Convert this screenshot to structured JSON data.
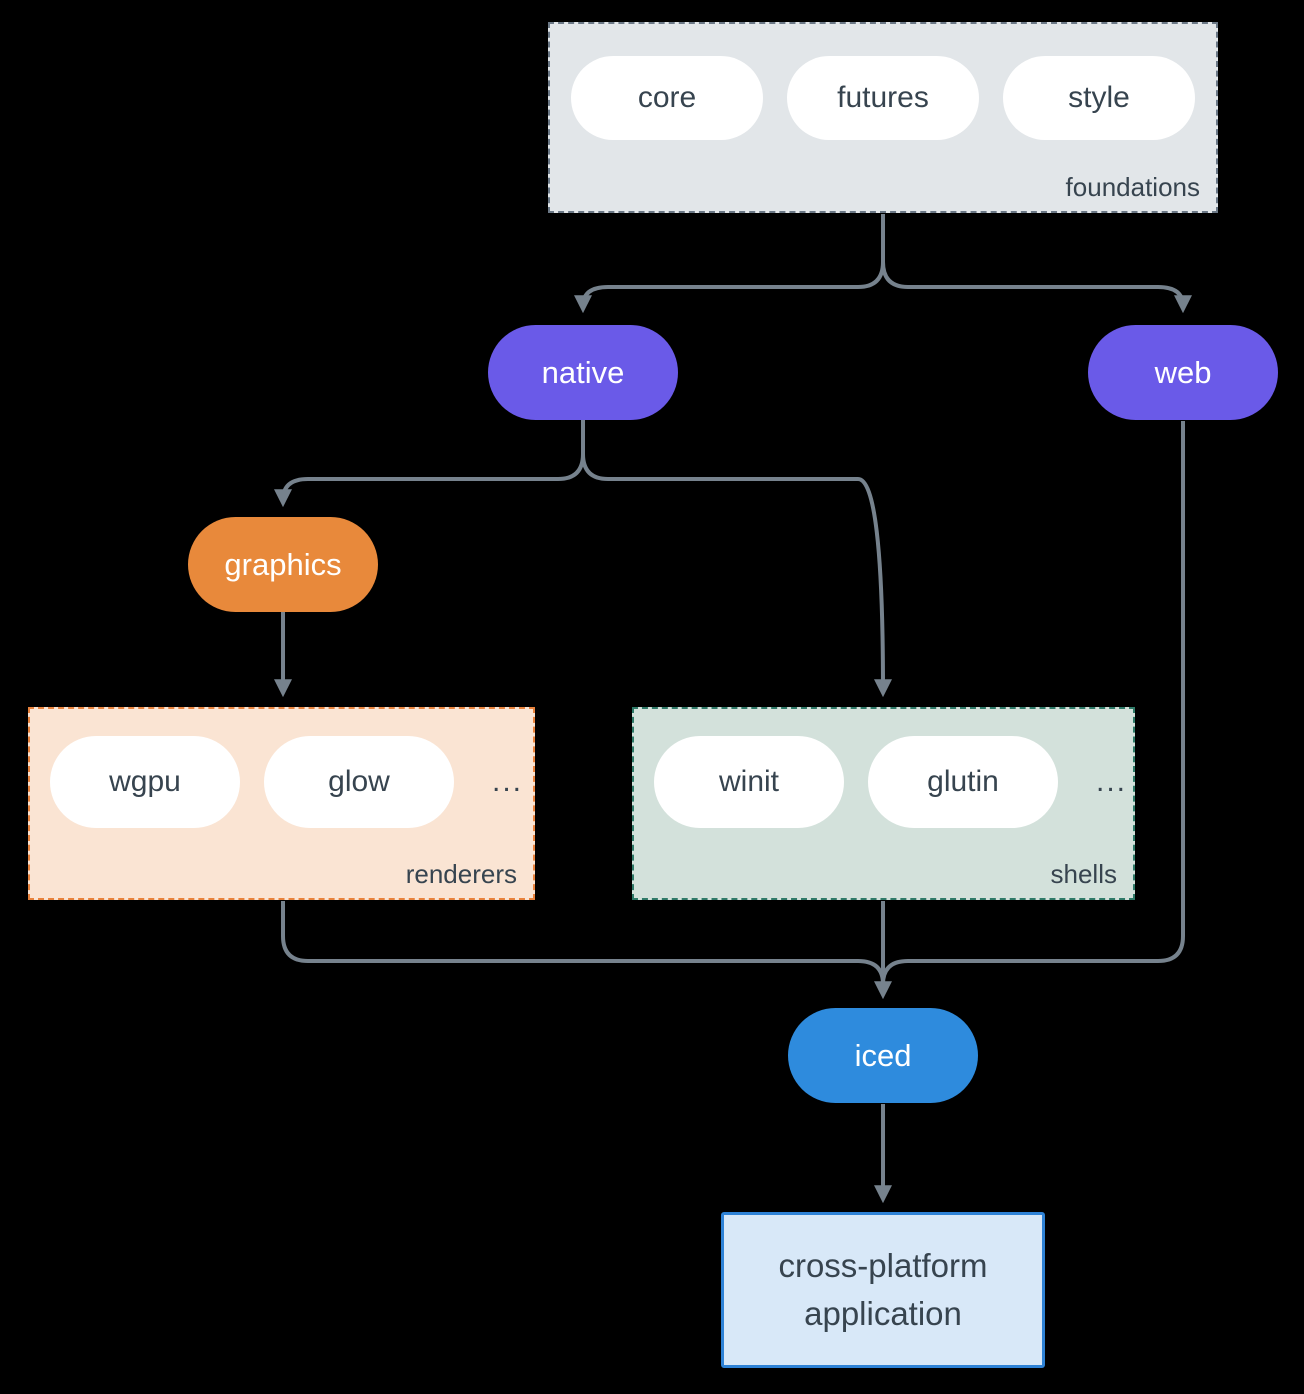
{
  "diagram": {
    "foundations": {
      "label": "foundations",
      "pills": [
        "core",
        "futures",
        "style"
      ]
    },
    "native": {
      "label": "native"
    },
    "web": {
      "label": "web"
    },
    "graphics": {
      "label": "graphics"
    },
    "renderers": {
      "label": "renderers",
      "pills": [
        "wgpu",
        "glow"
      ],
      "ellipsis": "..."
    },
    "shells": {
      "label": "shells",
      "pills": [
        "winit",
        "glutin"
      ],
      "ellipsis": "..."
    },
    "iced": {
      "label": "iced"
    },
    "application": {
      "label_lines": [
        "cross-platform",
        "application"
      ]
    }
  },
  "colors": {
    "background": "#000000",
    "arrow": "#76828D",
    "foundations_fill": "#E2E6E9",
    "foundations_border": "#6B7886",
    "native_web_fill": "#6A5AE8",
    "graphics_fill": "#E8893B",
    "renderers_fill": "#FAE4D3",
    "renderers_border": "#E8823C",
    "shells_fill": "#D3E1DB",
    "shells_border": "#2F7A68",
    "iced_fill": "#2E8BDD",
    "application_fill": "#D8E8F8",
    "application_border": "#2E82D6",
    "pill_fill": "#FFFFFF",
    "dark_text": "#37444F",
    "light_text": "#FFFFFF"
  }
}
